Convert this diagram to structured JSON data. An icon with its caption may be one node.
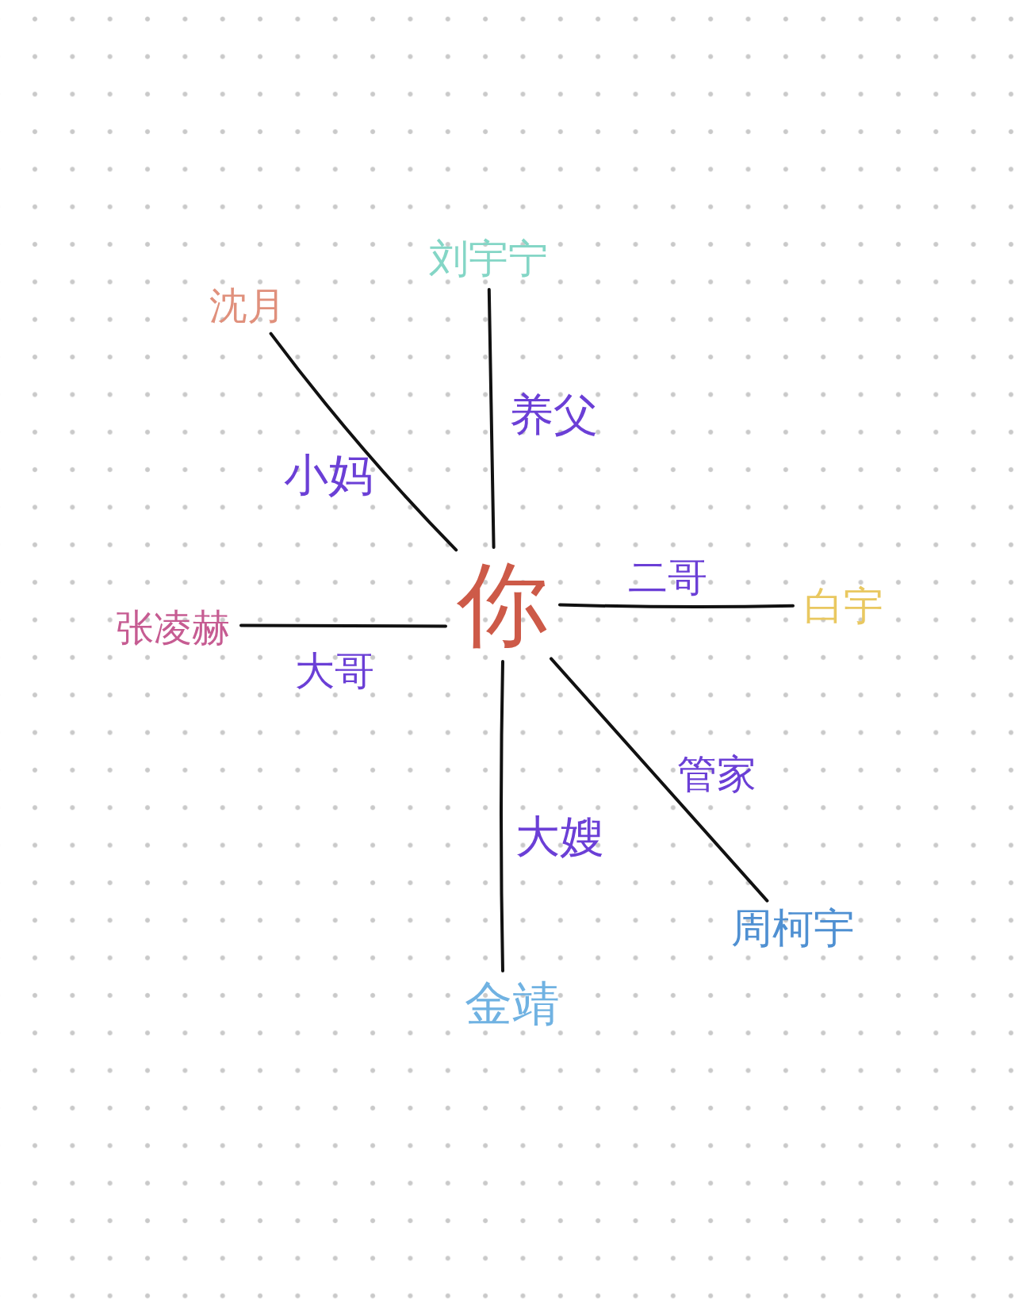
{
  "diagram": {
    "nodes": [
      {
        "text": [
          "刘宇宁"
        ]
      },
      {
        "text": [
          "沈月"
        ]
      },
      {
        "text": [
          "你"
        ]
      },
      {
        "text": [
          "白宇"
        ]
      },
      {
        "text": [
          "张凌赫"
        ]
      },
      {
        "text": [
          "周柯宇"
        ]
      },
      {
        "text": [
          "金靖"
        ]
      }
    ],
    "edges": [
      {
        "from": 2,
        "to": 0,
        "arrow": "none",
        "label": "养父"
      },
      {
        "from": 2,
        "to": 1,
        "arrow": "none",
        "label": "小妈"
      },
      {
        "from": 2,
        "to": 3,
        "arrow": "none",
        "label": "二哥"
      },
      {
        "from": 2,
        "to": 4,
        "arrow": "none",
        "label": "大哥"
      },
      {
        "from": 2,
        "to": 5,
        "arrow": "none",
        "label": "管家"
      },
      {
        "from": 2,
        "to": 6,
        "arrow": "none",
        "label": "大嫂"
      }
    ]
  }
}
